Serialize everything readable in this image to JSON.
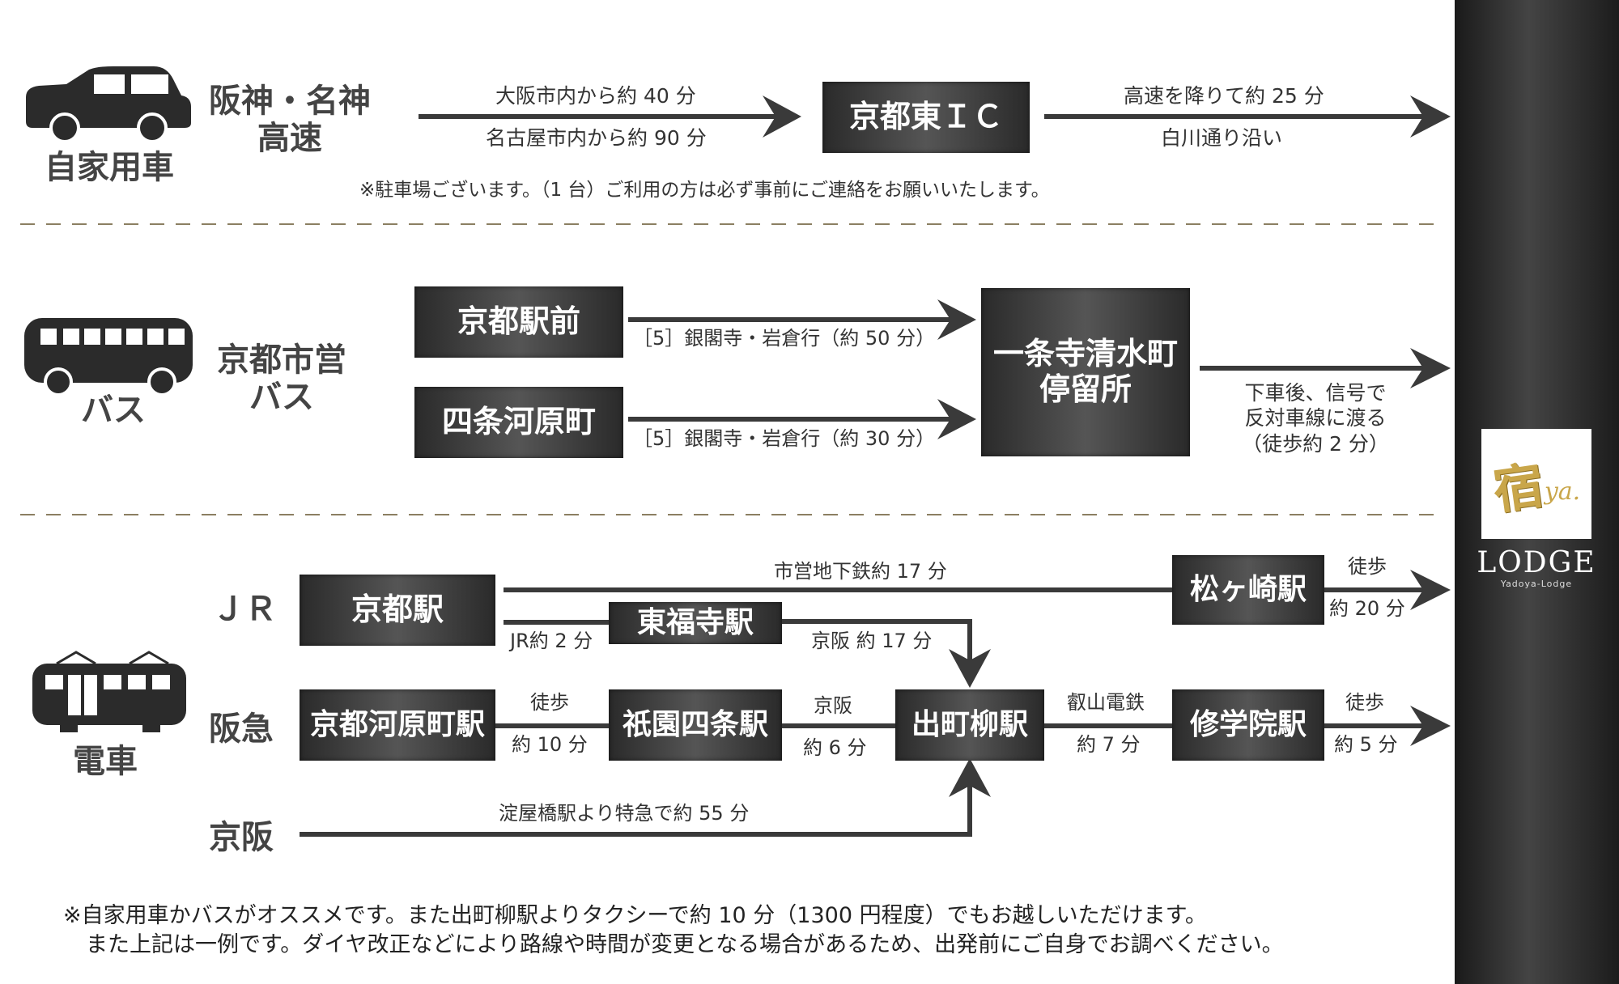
{
  "colors": {
    "accent": "#3a3a3a",
    "sidebar": "#2e2e2e",
    "logo_gold": "#c9a64a"
  },
  "car": {
    "label": "自家用車",
    "icon": "car-icon",
    "route_line1": "阪神・名神",
    "route_line2": "高速",
    "seg1_top": "大阪市内から約 40 分",
    "seg1_bottom": "名古屋市内から約 90 分",
    "ic": "京都東ＩＣ",
    "seg2_top": "高速を降りて約 25 分",
    "seg2_bottom": "白川通り沿い",
    "note": "※駐車場ございます。（1 台）ご利用の方は必ず事前にご連絡をお願いいたします。"
  },
  "bus": {
    "label": "バス",
    "icon": "bus-icon",
    "route_line1": "京都市営",
    "route_line2": "バス",
    "stop1": "京都駅前",
    "stop1_route": "［5］銀閣寺・岩倉行（約 50 分）",
    "stop2": "四条河原町",
    "stop2_route": "［5］銀閣寺・岩倉行（約 30 分）",
    "dest_line1": "一条寺清水町",
    "dest_line2": "停留所",
    "after_line1": "下車後、信号で",
    "after_line2": "反対車線に渡る",
    "after_line3": "（徒歩約 2 分）"
  },
  "train": {
    "label": "電車",
    "icon": "train-icon",
    "jr": {
      "label": "ＪＲ",
      "station": "京都駅",
      "subway": "市営地下鉄約 17 分",
      "jr_time": "JR約 2 分",
      "transfer": "東福寺駅",
      "keihan_time": "京阪 約 17 分",
      "matsu": "松ヶ崎駅",
      "walk_top": "徒歩",
      "walk_bottom": "約 20 分"
    },
    "hankyu": {
      "label": "阪急",
      "station": "京都河原町駅",
      "walk_top": "徒歩",
      "walk_bottom": "約 10 分",
      "gion": "祇園四条駅",
      "keihan_top": "京阪",
      "keihan_bottom": "約 6 分",
      "demachi": "出町柳駅",
      "eizan_top": "叡山電鉄",
      "eizan_bottom": "約 7 分",
      "shugakuin": "修学院駅",
      "walk2_top": "徒歩",
      "walk2_bottom": "約 5 分"
    },
    "keihan": {
      "label": "京阪",
      "route": "淀屋橋駅より特急で約 55 分"
    }
  },
  "footer": {
    "line1": "※自家用車かバスがオススメです。また出町柳駅よりタクシーで約 10 分（1300 円程度）でもお越しいただけます。",
    "line2": "また上記は一例です。ダイヤ改正などにより路線や時間が変更となる場合があるため、出発前にご自身でお調べください。"
  },
  "logo": {
    "mark": "宿",
    "ya": "ya.",
    "name": "LODGE",
    "sub": "Yadoya-Lodge"
  }
}
